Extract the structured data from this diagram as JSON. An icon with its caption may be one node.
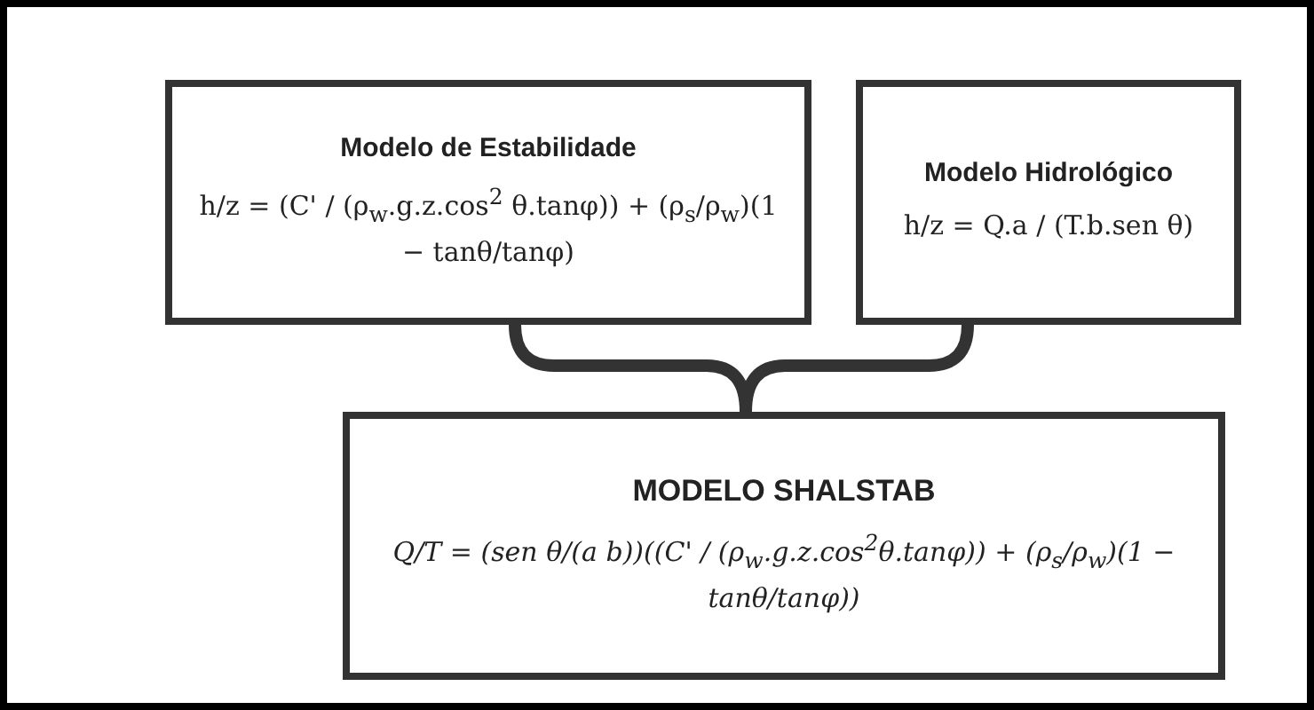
{
  "diagram": {
    "nodes": [
      {
        "text": [
          "Modelo de Estabilidade",
          "h/z = (C' / (ρ$_{w}$.g.z.cos$^{2}$ θ.tanφ)) + (ρ$_{s}$/ρ$_{w}$)(1 − tanθ/tanφ)"
        ]
      },
      {
        "text": [
          "Modelo Hidrológico",
          "h/z = Q.a / (T.b.sen θ)"
        ]
      },
      {
        "text": [
          "MODELO SHALSTAB",
          "Q/T = (sen θ/(a b))((C' / (ρ$_{w}$.g.z.cos$^{2}$θ.tanφ)) + (ρ$_{s}$/ρ$_{w}$)(1 − tanθ/tanφ))"
        ]
      }
    ],
    "edges": [
      {
        "from": 0,
        "to": 2,
        "arrow": "none"
      },
      {
        "from": 1,
        "to": 2,
        "arrow": "none"
      }
    ]
  }
}
